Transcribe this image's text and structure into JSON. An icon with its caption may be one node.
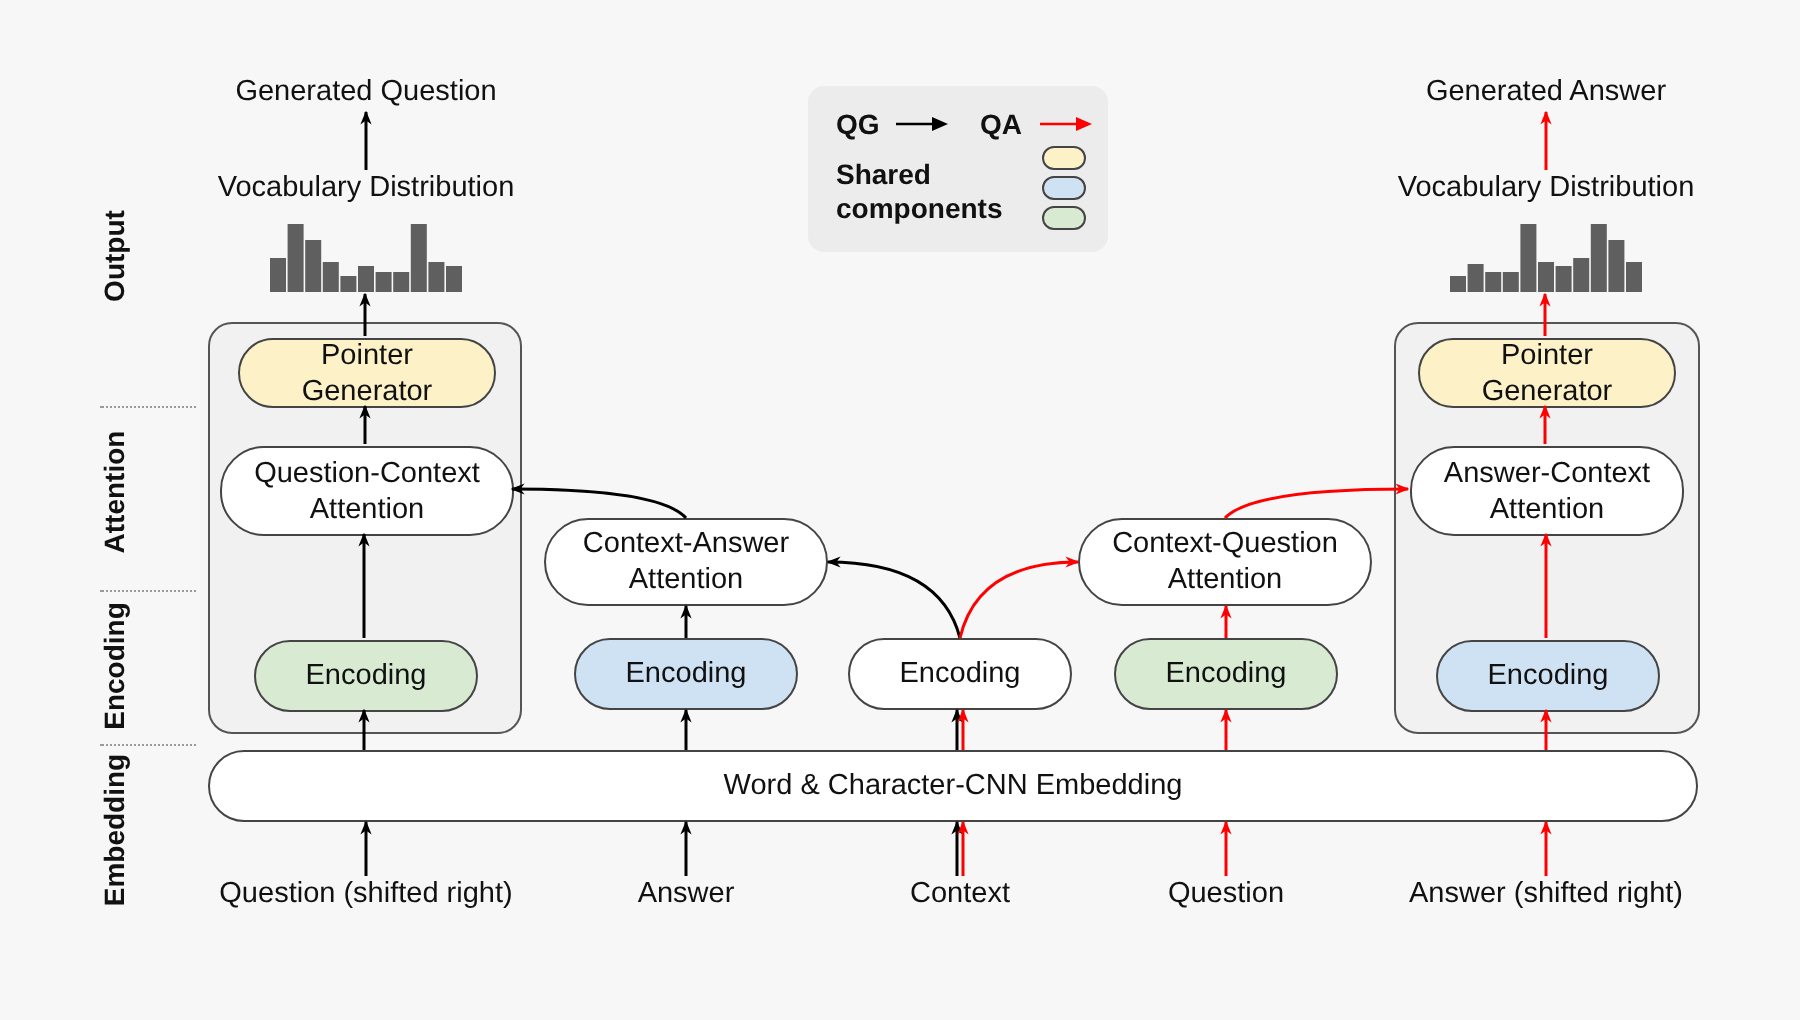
{
  "diagram": {
    "nodes": [
      {
        "text": [
          "Generated Question"
        ]
      },
      {
        "text": [
          "Vocabulary Distribution"
        ]
      },
      {
        "text": [],
        "shape": "box"
      },
      {
        "text": [
          "Pointer Generator"
        ],
        "in": 2
      },
      {
        "text": [
          "Question-Context Attention"
        ],
        "in": 2
      },
      {
        "text": [
          "Encoding"
        ],
        "in": 2
      },
      {
        "text": [
          "Context-Answer Attention"
        ]
      },
      {
        "text": [
          "Encoding"
        ]
      },
      {
        "text": [
          "Encoding"
        ]
      },
      {
        "text": [
          "Context-Question Attention"
        ]
      },
      {
        "text": [
          "Encoding"
        ]
      },
      {
        "text": [
          "Generated Answer"
        ]
      },
      {
        "text": [
          "Vocabulary Distribution"
        ]
      },
      {
        "text": [],
        "shape": "box"
      },
      {
        "text": [
          "Pointer Generator"
        ],
        "in": 13
      },
      {
        "text": [
          "Answer-Context Attention"
        ],
        "in": 13
      },
      {
        "text": [
          "Encoding"
        ],
        "in": 13
      },
      {
        "text": [
          "Word & Character-CNN Embedding"
        ]
      },
      {
        "text": [
          "Question (shifted right)"
        ]
      },
      {
        "text": [
          "Answer"
        ]
      },
      {
        "text": [
          "Context"
        ]
      },
      {
        "text": [
          "Question"
        ]
      },
      {
        "text": [
          "Answer (shifted right)"
        ]
      }
    ],
    "edges": [
      {
        "from": 18,
        "to": 17,
        "arrow": "to",
        "color": "#000000"
      },
      {
        "from": 17,
        "to": 5,
        "arrow": "to",
        "color": "#000000"
      },
      {
        "from": 5,
        "to": 4,
        "arrow": "to",
        "color": "#000000"
      },
      {
        "from": 4,
        "to": 3,
        "arrow": "to",
        "color": "#000000"
      },
      {
        "from": 3,
        "to": 1,
        "arrow": "to",
        "color": "#000000"
      },
      {
        "from": 1,
        "to": 0,
        "arrow": "to",
        "color": "#000000"
      },
      {
        "from": 19,
        "to": 17,
        "arrow": "to",
        "color": "#000000"
      },
      {
        "from": 17,
        "to": 7,
        "arrow": "to",
        "color": "#000000"
      },
      {
        "from": 7,
        "to": 6,
        "arrow": "to",
        "color": "#000000"
      },
      {
        "from": 6,
        "to": 4,
        "arrow": "to",
        "color": "#000000"
      },
      {
        "from": 20,
        "to": 17,
        "arrow": "to",
        "color": "#000000"
      },
      {
        "from": 17,
        "to": 8,
        "arrow": "to",
        "color": "#000000"
      },
      {
        "from": 8,
        "to": 6,
        "arrow": "to",
        "color": "#000000"
      },
      {
        "from": 20,
        "to": 17,
        "arrow": "to",
        "color": "#ff0000"
      },
      {
        "from": 17,
        "to": 8,
        "arrow": "to",
        "color": "#ff0000"
      },
      {
        "from": 8,
        "to": 9,
        "arrow": "to",
        "color": "#ff0000"
      },
      {
        "from": 21,
        "to": 17,
        "arrow": "to",
        "color": "#ff0000"
      },
      {
        "from": 17,
        "to": 10,
        "arrow": "to",
        "color": "#ff0000"
      },
      {
        "from": 10,
        "to": 9,
        "arrow": "to",
        "color": "#ff0000"
      },
      {
        "from": 9,
        "to": 15,
        "arrow": "to",
        "color": "#ff0000"
      },
      {
        "from": 22,
        "to": 17,
        "arrow": "to",
        "color": "#ff0000"
      },
      {
        "from": 17,
        "to": 16,
        "arrow": "to",
        "color": "#ff0000"
      },
      {
        "from": 16,
        "to": 15,
        "arrow": "to",
        "color": "#ff0000"
      },
      {
        "from": 15,
        "to": 14,
        "arrow": "to",
        "color": "#ff0000"
      },
      {
        "from": 14,
        "to": 12,
        "arrow": "to",
        "color": "#ff0000"
      },
      {
        "from": 12,
        "to": 11,
        "arrow": "to",
        "color": "#ff0000"
      }
    ],
    "labels": [
      "Output",
      "Attention",
      "Encoding",
      "Embedding"
    ],
    "legend": [
      {
        "text": "QG"
      },
      {
        "text": "QA"
      },
      {
        "text": "Shared components",
        "color": "#fdf1c7"
      }
    ]
  }
}
